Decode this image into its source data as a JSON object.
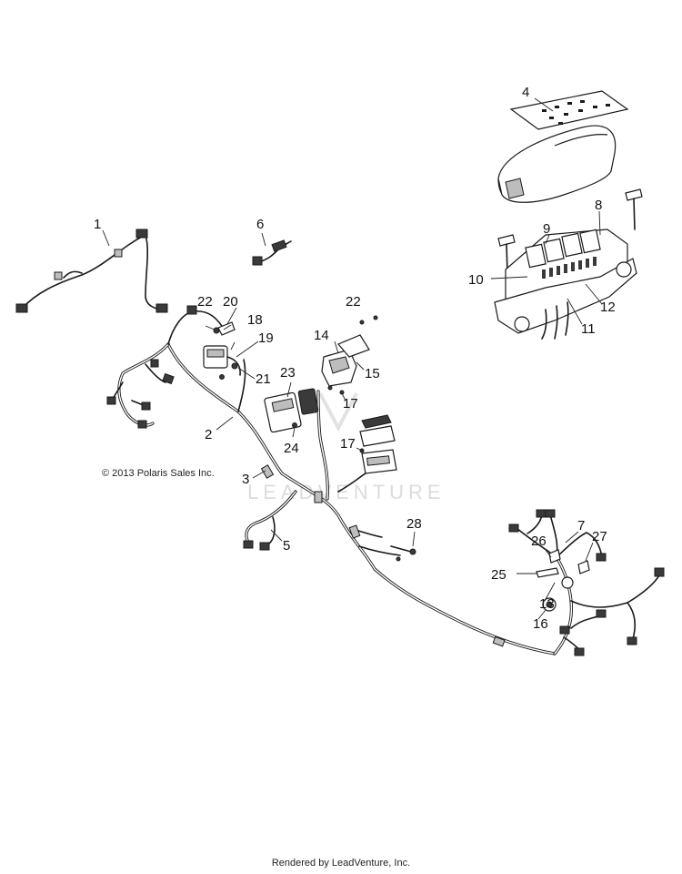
{
  "copyright": "© 2013 Polaris Sales Inc.",
  "footer": "Rendered by LeadVenture, Inc.",
  "watermark": "LEADVENTURE",
  "callouts": [
    "1",
    "2",
    "3",
    "4",
    "5",
    "6",
    "7",
    "8",
    "9",
    "10",
    "11",
    "12",
    "13",
    "14",
    "15",
    "16",
    "17",
    "17",
    "18",
    "19",
    "20",
    "21",
    "22",
    "22",
    "23",
    "24",
    "25",
    "26",
    "27",
    "28"
  ]
}
